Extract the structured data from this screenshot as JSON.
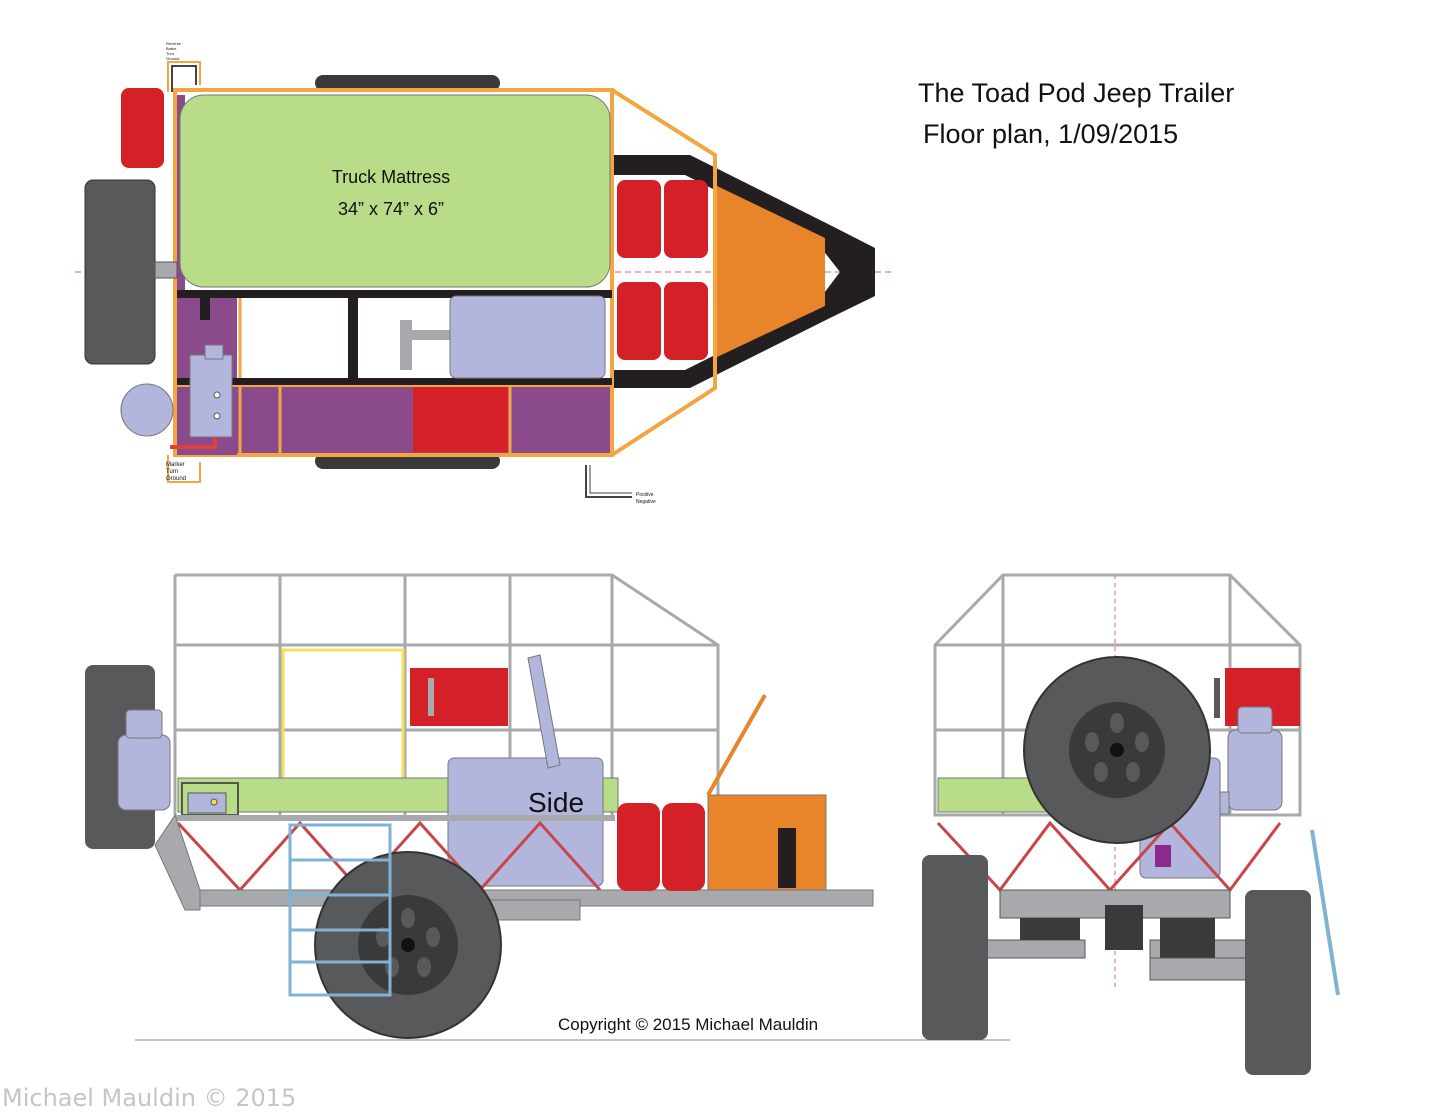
{
  "title": "The Toad Pod Jeep Trailer",
  "subtitle": "Floor plan, 1/09/2015",
  "mattress": {
    "label": "Truck Mattress",
    "dims": "34” x 74” x 6”"
  },
  "side_label": "Side",
  "copyright": "Copyright © 2015 Michael Mauldin",
  "watermark": "Michael Mauldin © 2015",
  "wiring": {
    "rear_top": [
      "Reverse",
      "Brake",
      "Turn",
      "Ground"
    ],
    "rear_bottom": [
      "Marker",
      "Turn",
      "Ground"
    ],
    "battery": [
      "Positive",
      "Negative"
    ]
  },
  "colors": {
    "frame": "#a7a9ac",
    "tube_orange": "#f2a541",
    "mattress": "#b9dc88",
    "purple": "#8b4a8b",
    "red": "#d42027",
    "orange": "#e8852a",
    "tire": "#58595b",
    "lavender": "#b3b6dc",
    "blue": "#7fb3d5",
    "yellow": "#f4e05a"
  }
}
